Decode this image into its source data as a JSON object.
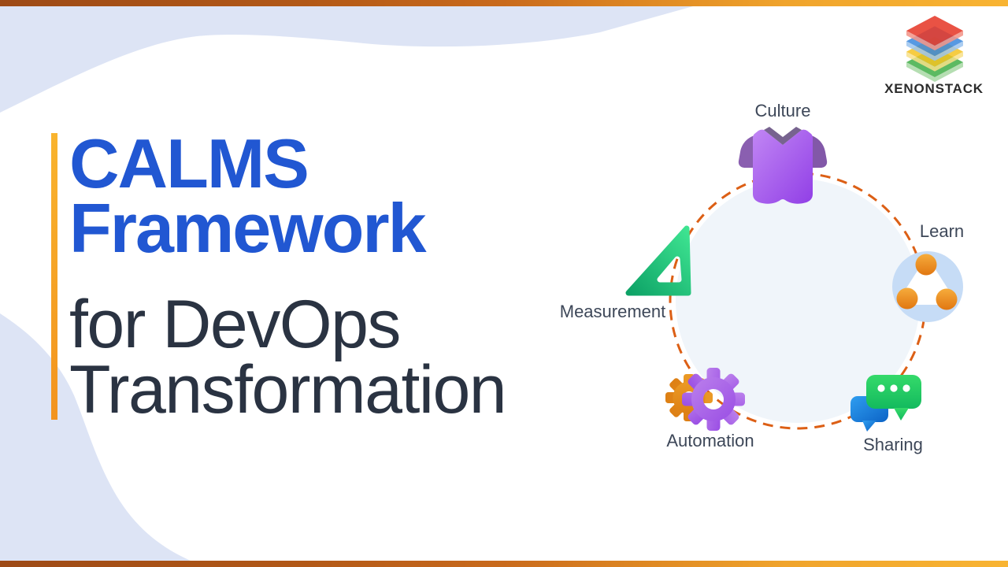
{
  "header": {
    "brand": "XENONSTACK"
  },
  "title": {
    "highlight_line1": "CALMS",
    "highlight_line2": "Framework",
    "subtitle_line1": "for DevOps",
    "subtitle_line2": "Transformation"
  },
  "diagram": {
    "labels": {
      "culture": "Culture",
      "learn": "Learn",
      "sharing": "Sharing",
      "automation": "Automation",
      "measurement": "Measurement"
    },
    "icons": {
      "culture": "tshirt-icon",
      "learn": "molecule-icon",
      "sharing": "chat-bubbles-icon",
      "automation": "gears-icon",
      "measurement": "set-square-icon"
    }
  },
  "colors": {
    "title_blue": "#2157d2",
    "title_navy": "#2a3342",
    "accent_bar_orange": "#f5a623",
    "border_gradient_left": "#9d4a16",
    "border_gradient_right": "#f8b433",
    "wave_lavender": "#dde4f5",
    "dashed_circle_orange": "#dc5f15",
    "circle_fill": "#f0f5fa",
    "label_text": "#3d4758",
    "shirt_purple": "#9b4ee8",
    "triangle_green": "#23c97c",
    "dot_orange": "#ea8a1e",
    "gear_purple": "#a560e6",
    "gear_orange": "#e28c1d",
    "bubble_green": "#22c763",
    "bubble_blue": "#1a7fd9",
    "logo_red": "#e63a2a",
    "logo_blue": "#3a87dd",
    "logo_yellow": "#f4c322",
    "logo_green": "#3fae46"
  }
}
